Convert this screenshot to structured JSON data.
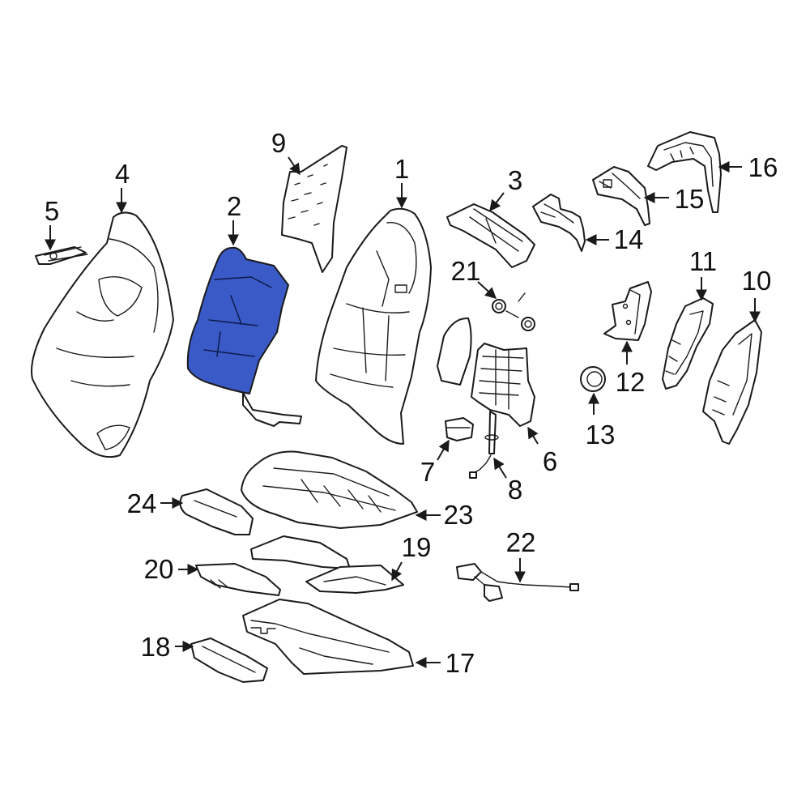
{
  "highlight_color": "#3a5bc7",
  "callouts": {
    "c1": "1",
    "c2": "2",
    "c3": "3",
    "c4": "4",
    "c5": "5",
    "c6": "6",
    "c7": "7",
    "c8": "8",
    "c9": "9",
    "c10": "10",
    "c11": "11",
    "c12": "12",
    "c13": "13",
    "c14": "14",
    "c15": "15",
    "c16": "16",
    "c17": "17",
    "c18": "18",
    "c19": "19",
    "c20": "20",
    "c21": "21",
    "c22": "22",
    "c23": "23",
    "c24": "24"
  }
}
